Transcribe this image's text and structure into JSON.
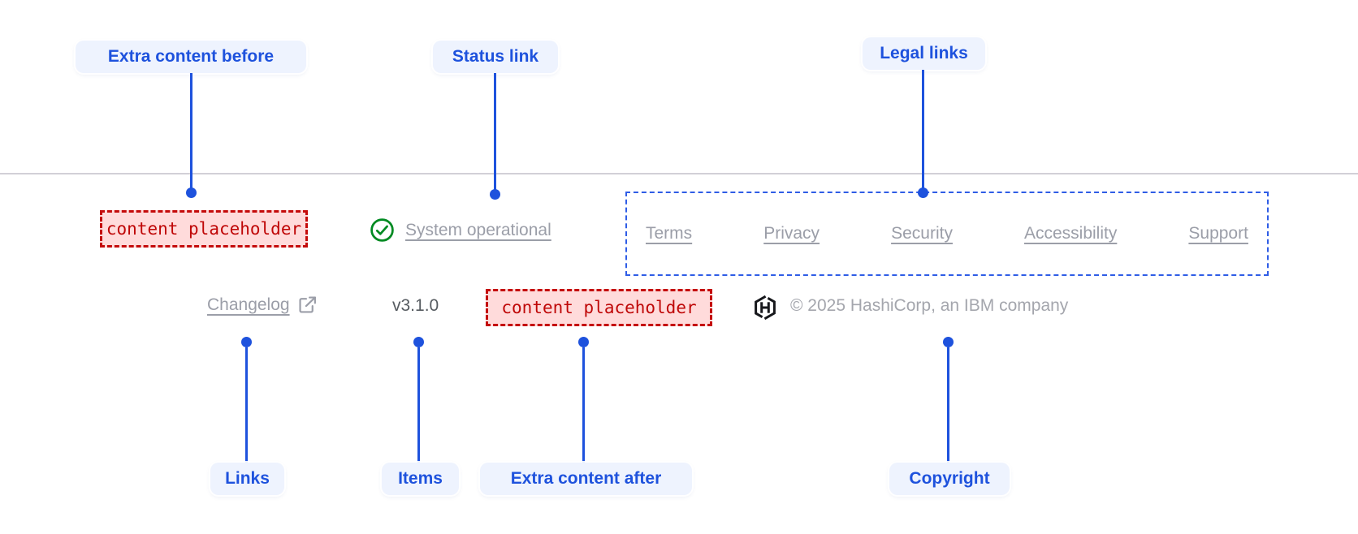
{
  "colors": {
    "annotation_accent": "#1e52dd",
    "annotation_pill_bg": "#eef3fe",
    "placeholder_text_red": "#bf0707",
    "placeholder_bg_pink": "#ffdbdb",
    "status_green": "#008a22",
    "link_gray": "#9b9ea8",
    "divider_gray": "#d2d0d7"
  },
  "footer": {
    "extra_content_before": {
      "placeholder": "content placeholder"
    },
    "status_link": {
      "label": "System operational",
      "icon": "check-circle-icon"
    },
    "legal_links": {
      "items": [
        "Terms",
        "Privacy",
        "Security",
        "Accessibility",
        "Support"
      ]
    },
    "links": {
      "changelog": {
        "label": "Changelog",
        "icon": "external-link-icon"
      }
    },
    "items": {
      "version": "v3.1.0"
    },
    "extra_content_after": {
      "placeholder": "content placeholder"
    },
    "copyright": {
      "label": "© 2025 HashiCorp, an IBM company",
      "logo": "hashicorp-logo"
    }
  },
  "annotations": {
    "extra_content_before": "Extra content before",
    "status_link": "Status link",
    "legal_links": "Legal links",
    "links": "Links",
    "items": "Items",
    "extra_content_after": "Extra content after",
    "copyright": "Copyright"
  }
}
